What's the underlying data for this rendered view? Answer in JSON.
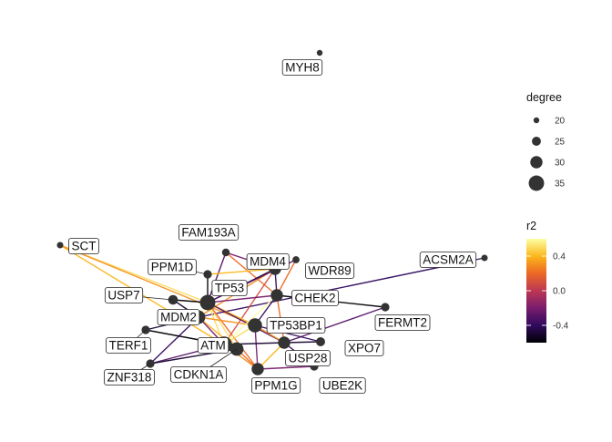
{
  "chart_data": {
    "type": "network",
    "nodes": [
      {
        "id": "MYH8",
        "label": "MYH8",
        "degree": 20
      },
      {
        "id": "SCT",
        "label": "SCT",
        "degree": 21
      },
      {
        "id": "ACSM2A",
        "label": "ACSM2A",
        "degree": 21
      },
      {
        "id": "FAM193A",
        "label": "FAM193A",
        "degree": 23
      },
      {
        "id": "PPM1D",
        "label": "PPM1D",
        "degree": 24
      },
      {
        "id": "MDM4",
        "label": "MDM4",
        "degree": 30
      },
      {
        "id": "WDR89",
        "label": "WDR89",
        "degree": 22
      },
      {
        "id": "TP53",
        "label": "TP53",
        "degree": 35
      },
      {
        "id": "USP7",
        "label": "USP7",
        "degree": 26
      },
      {
        "id": "CHEK2",
        "label": "CHEK2",
        "degree": 30
      },
      {
        "id": "MDM2",
        "label": "MDM2",
        "degree": 32
      },
      {
        "id": "FERMT2",
        "label": "FERMT2",
        "degree": 24
      },
      {
        "id": "TP53BP1",
        "label": "TP53BP1",
        "degree": 33
      },
      {
        "id": "TERF1",
        "label": "TERF1",
        "degree": 24
      },
      {
        "id": "ATM",
        "label": "ATM",
        "degree": 36
      },
      {
        "id": "XPO7",
        "label": "XPO7",
        "degree": 25
      },
      {
        "id": "USP28",
        "label": "USP28",
        "degree": 30
      },
      {
        "id": "ZNF318",
        "label": "ZNF318",
        "degree": 24
      },
      {
        "id": "CDKN1A",
        "label": "CDKN1A",
        "degree": 32
      },
      {
        "id": "PPM1G",
        "label": "PPM1G",
        "degree": 30
      },
      {
        "id": "UBE2K",
        "label": "UBE2K",
        "degree": 24
      }
    ],
    "edges": [
      {
        "source": "SCT",
        "target": "TP53",
        "r2": 0.5
      },
      {
        "source": "SCT",
        "target": "ATM",
        "r2": 0.4
      },
      {
        "source": "SCT",
        "target": "TP53BP1",
        "r2": 0.3
      },
      {
        "source": "ACSM2A",
        "target": "MDM2",
        "r2": -0.4
      },
      {
        "source": "FAM193A",
        "target": "TP53",
        "r2": -0.3
      },
      {
        "source": "FAM193A",
        "target": "MDM4",
        "r2": -0.2
      },
      {
        "source": "FAM193A",
        "target": "CHEK2",
        "r2": 0.2
      },
      {
        "source": "PPM1D",
        "target": "TP53",
        "r2": -0.6
      },
      {
        "source": "PPM1D",
        "target": "MDM4",
        "r2": 0.4
      },
      {
        "source": "MDM4",
        "target": "TP53",
        "r2": -0.5
      },
      {
        "source": "MDM4",
        "target": "MDM2",
        "r2": 0.3
      },
      {
        "source": "MDM4",
        "target": "CHEK2",
        "r2": -0.4
      },
      {
        "source": "MDM4",
        "target": "ATM",
        "r2": 0.1
      },
      {
        "source": "WDR89",
        "target": "TP53",
        "r2": -0.3
      },
      {
        "source": "WDR89",
        "target": "CHEK2",
        "r2": 0.2
      },
      {
        "source": "USP7",
        "target": "TP53",
        "r2": -0.6
      },
      {
        "source": "USP7",
        "target": "MDM2",
        "r2": -0.5
      },
      {
        "source": "TP53",
        "target": "MDM2",
        "r2": 0.6
      },
      {
        "source": "TP53",
        "target": "ATM",
        "r2": 0.5
      },
      {
        "source": "TP53",
        "target": "CHEK2",
        "r2": -0.2
      },
      {
        "source": "TP53",
        "target": "TP53BP1",
        "r2": 0.4
      },
      {
        "source": "TP53",
        "target": "CDKN1A",
        "r2": 0.5
      },
      {
        "source": "TP53",
        "target": "USP28",
        "r2": -0.3
      },
      {
        "source": "TP53",
        "target": "PPM1G",
        "r2": 0.2
      },
      {
        "source": "MDM2",
        "target": "CDKN1A",
        "r2": 0.4
      },
      {
        "source": "MDM2",
        "target": "ATM",
        "r2": -0.2
      },
      {
        "source": "MDM2",
        "target": "TERF1",
        "r2": -0.5
      },
      {
        "source": "MDM2",
        "target": "ZNF318",
        "r2": -0.4
      },
      {
        "source": "MDM2",
        "target": "TP53BP1",
        "r2": 0.3
      },
      {
        "source": "CHEK2",
        "target": "ATM",
        "r2": 0.6
      },
      {
        "source": "CHEK2",
        "target": "TP53BP1",
        "r2": -0.4
      },
      {
        "source": "CHEK2",
        "target": "FERMT2",
        "r2": -0.6
      },
      {
        "source": "CHEK2",
        "target": "USP28",
        "r2": 0.2
      },
      {
        "source": "TP53BP1",
        "target": "ATM",
        "r2": 0.5
      },
      {
        "source": "TP53BP1",
        "target": "USP28",
        "r2": 0.3
      },
      {
        "source": "TP53BP1",
        "target": "PPM1G",
        "r2": -0.2
      },
      {
        "source": "ATM",
        "target": "CDKN1A",
        "r2": 0.4
      },
      {
        "source": "ATM",
        "target": "USP28",
        "r2": -0.5
      },
      {
        "source": "ATM",
        "target": "PPM1G",
        "r2": 0.3
      },
      {
        "source": "ATM",
        "target": "TERF1",
        "r2": -0.6
      },
      {
        "source": "ATM",
        "target": "ZNF318",
        "r2": -0.3
      },
      {
        "source": "USP28",
        "target": "XPO7",
        "r2": -0.5
      },
      {
        "source": "USP28",
        "target": "UBE2K",
        "r2": -0.4
      },
      {
        "source": "USP28",
        "target": "PPM1G",
        "r2": 0.4
      },
      {
        "source": "USP28",
        "target": "FERMT2",
        "r2": -0.3
      },
      {
        "source": "CDKN1A",
        "target": "PPM1G",
        "r2": 0.2
      },
      {
        "source": "CDKN1A",
        "target": "ZNF318",
        "r2": -0.5
      },
      {
        "source": "PPM1G",
        "target": "UBE2K",
        "r2": -0.2
      },
      {
        "source": "XPO7",
        "target": "TP53BP1",
        "r2": -0.4
      }
    ],
    "legend": {
      "size": {
        "title": "degree",
        "entries": [
          {
            "label": "20",
            "value": 20
          },
          {
            "label": "25",
            "value": 25
          },
          {
            "label": "30",
            "value": 30
          },
          {
            "label": "35",
            "value": 35
          }
        ]
      },
      "color": {
        "title": "r2",
        "ticks": [
          {
            "label": "0.4",
            "value": 0.4
          },
          {
            "label": "0.0",
            "value": 0.0
          },
          {
            "label": "-0.4",
            "value": -0.4
          }
        ],
        "range": [
          -0.6,
          0.6
        ]
      }
    },
    "palette": [
      "#000004",
      "#320a5e",
      "#781c6d",
      "#bc3754",
      "#ed6925",
      "#fbb61a",
      "#fcffa4"
    ],
    "node_color": "#333333"
  }
}
